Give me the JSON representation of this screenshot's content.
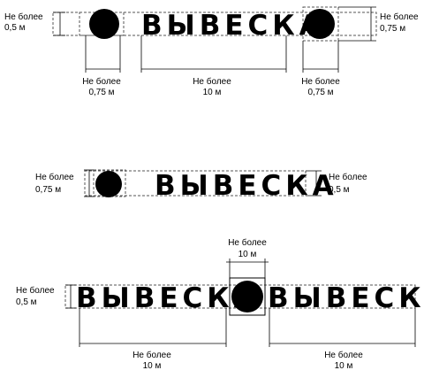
{
  "colors": {
    "ink": "#000000",
    "dash": "#555555",
    "background": "#ffffff"
  },
  "sign_text": "ВЫВЕСКА",
  "labels": {
    "not_more": "Не более",
    "half_m": "0,5 м",
    "three_quarter_m": "0,75 м",
    "ten_m": "10 м"
  }
}
